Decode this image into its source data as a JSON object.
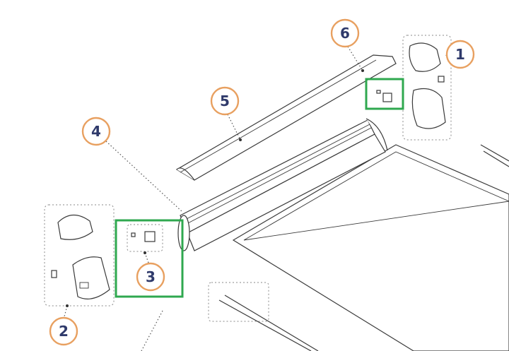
{
  "diagram": {
    "colors": {
      "callout_ring": "#E8A060",
      "callout_number": "#2F3A6B",
      "highlight_box": "#2FA84F",
      "line_art": "#3A3A3A"
    },
    "callouts": [
      {
        "number": "1"
      },
      {
        "number": "2"
      },
      {
        "number": "3"
      },
      {
        "number": "4"
      },
      {
        "number": "5"
      },
      {
        "number": "6"
      }
    ],
    "highlighted_callouts": [
      "3"
    ]
  }
}
